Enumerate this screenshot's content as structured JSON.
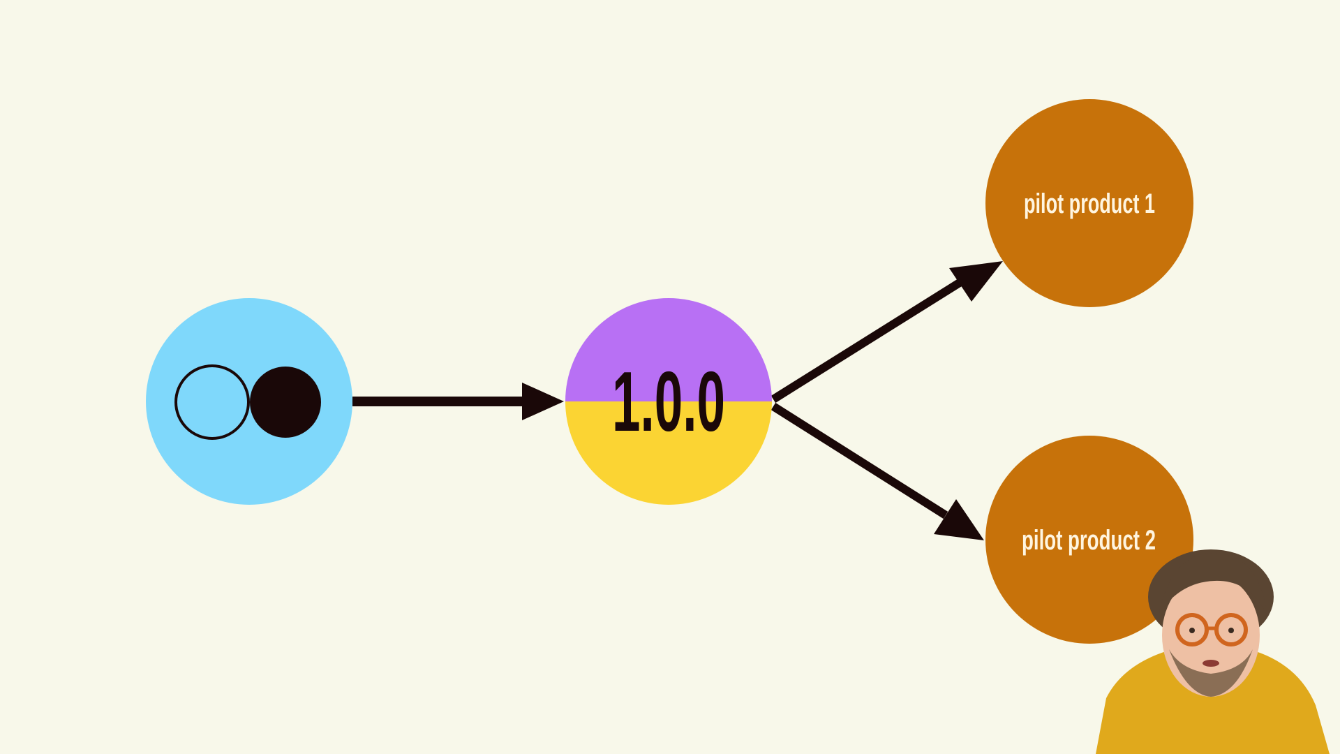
{
  "diagram": {
    "source_node": {
      "label": "",
      "icon": "two-circles-logo-icon",
      "color": "#7fd8fb"
    },
    "version_node": {
      "label": "1.0.0",
      "color_top": "#b870f4",
      "color_bottom": "#fbd433",
      "text_color": "#1a0808"
    },
    "product_nodes": [
      {
        "label": "pilot product 1",
        "color": "#c7720a",
        "text_color": "#fff5e0"
      },
      {
        "label": "pilot product 2",
        "color": "#c7720a",
        "text_color": "#fff5e0"
      }
    ],
    "edges": [
      {
        "from": "source",
        "to": "version"
      },
      {
        "from": "version",
        "to": "pilot product 1"
      },
      {
        "from": "version",
        "to": "pilot product 2"
      }
    ],
    "arrow_color": "#1a0808",
    "background_color": "#f8f8ea"
  },
  "presenter": {
    "shirt_color": "#e0a91c",
    "glasses_color": "#d0651e"
  }
}
